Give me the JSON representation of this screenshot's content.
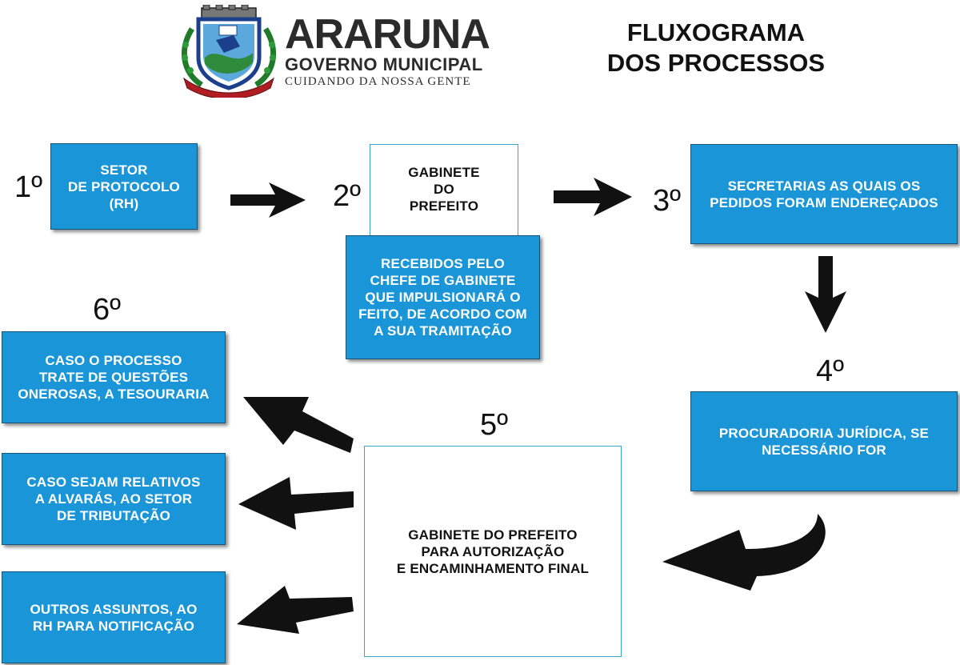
{
  "header": {
    "brand_name": "ARARUNA",
    "brand_subtitle": "GOVERNO MUNICIPAL",
    "brand_tagline": "CUIDANDO DA NOSSA GENTE",
    "title": "FLUXOGRAMA\nDOS PROCESSOS",
    "crest_label": "crest-logo"
  },
  "steps": {
    "s1": "1º",
    "s2": "2º",
    "s3": "3º",
    "s4": "4º",
    "s5": "5º",
    "s6": "6º"
  },
  "boxes": {
    "setor_protocolo": "SETOR\nDE PROTOCOLO\n(RH)",
    "gabinete_prefeito": "GABINETE\nDO\nPREFEITO",
    "recebidos_chefe": "RECEBIDOS PELO\nCHEFE DE GABINETE\nQUE IMPULSIONARÁ O\nFEITO, DE ACORDO COM\nA SUA TRAMITAÇÃO",
    "secretarias": "SECRETARIAS AS QUAIS OS\nPEDIDOS FORAM ENDEREÇADOS",
    "procuradoria": "PROCURADORIA JURÍDICA, SE\nNECESSÁRIO FOR",
    "gabinete_autorizacao": "GABINETE DO PREFEITO\nPARA AUTORIZAÇÃO\nE ENCAMINHAMENTO FINAL",
    "tesouraria": "CASO O PROCESSO\nTRATE DE QUESTÕES\nONEROSAS, A TESOURARIA",
    "tributacao": "CASO SEJAM RELATIVOS\nA ALVARÁS, AO SETOR\nDE TRIBUTAÇÃO",
    "rh_notificacao": "OUTROS ASSUNTOS, AO\nRH PARA NOTIFICAÇÃO"
  },
  "colors": {
    "box_blue": "#1a96d8",
    "box_border": "#16557a",
    "arrow": "#111111",
    "white_box_border": "#3aa6c8"
  },
  "icons": [
    "crest-logo",
    "arrow-right-icon",
    "arrow-down-icon",
    "arrow-curved-left-icon",
    "arrow-left-icon"
  ]
}
